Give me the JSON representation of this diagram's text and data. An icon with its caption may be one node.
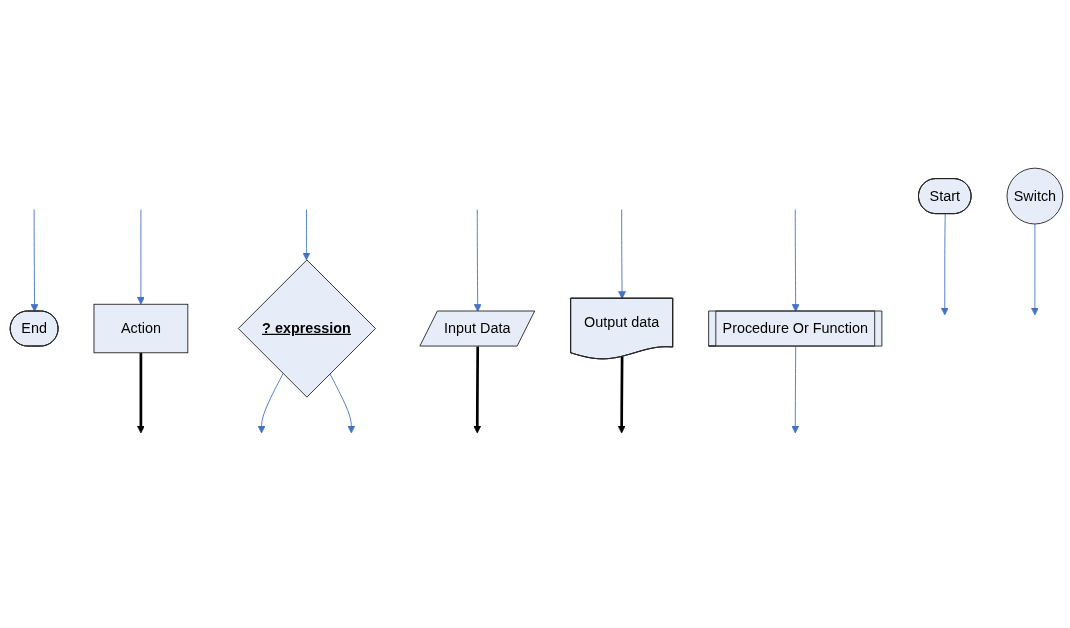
{
  "diagram": {
    "nodes": [
      {
        "text": [
          "Start"
        ]
      },
      {
        "text": [
          "End"
        ]
      },
      {
        "text": [
          "Action"
        ]
      },
      {
        "text": [
          "? expression"
        ]
      },
      {
        "text": [
          "Input Data"
        ]
      },
      {
        "text": [
          "Output data"
        ]
      },
      {
        "text": [
          "Procedure Or Function"
        ]
      },
      {
        "text": [
          "Switch"
        ]
      }
    ],
    "edges": [
      {
        "from": 0,
        "to": null,
        "arrow": "to"
      },
      {
        "from": null,
        "to": 1,
        "arrow": "to"
      },
      {
        "from": null,
        "to": 2,
        "arrow": "to"
      },
      {
        "from": 2,
        "to": null,
        "arrow": "to",
        "style": "thick",
        "color": "#000000"
      },
      {
        "from": 3,
        "to": null,
        "arrow": "to"
      },
      {
        "from": 3,
        "to": null,
        "arrow": "to"
      },
      {
        "from": null,
        "to": 3,
        "arrow": "to"
      },
      {
        "from": null,
        "to": 4,
        "arrow": "to"
      },
      {
        "from": 4,
        "to": null,
        "arrow": "to",
        "style": "thick",
        "color": "#000000"
      },
      {
        "from": null,
        "to": 5,
        "arrow": "to"
      },
      {
        "from": 5,
        "to": null,
        "arrow": "to",
        "style": "thick",
        "color": "#000000"
      },
      {
        "from": null,
        "to": 6,
        "arrow": "to"
      },
      {
        "from": 6,
        "to": null,
        "arrow": "to"
      },
      {
        "from": 7,
        "to": null,
        "arrow": "to"
      }
    ]
  }
}
